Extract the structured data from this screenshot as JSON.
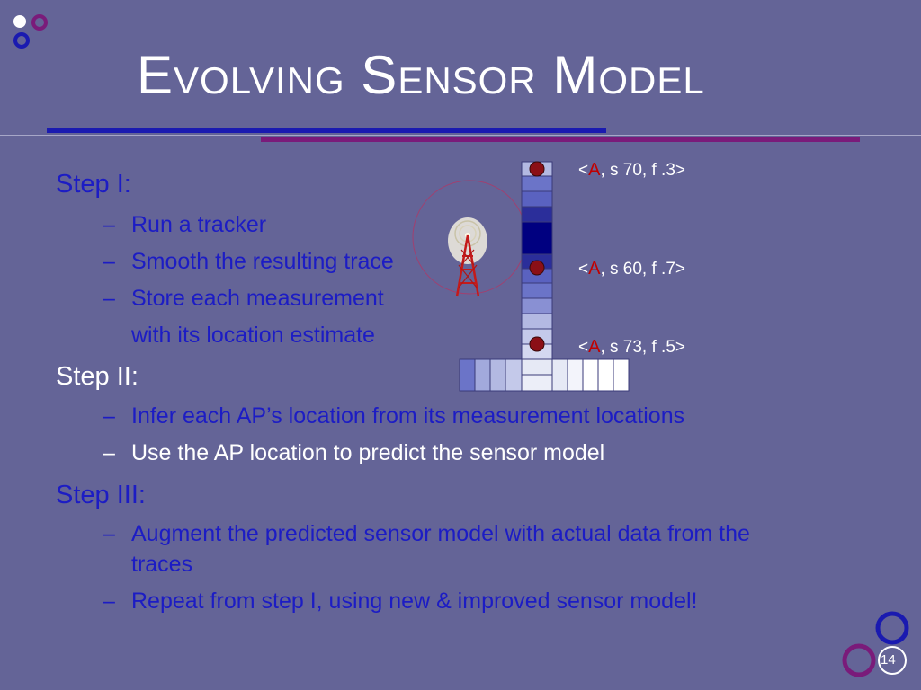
{
  "slide": {
    "title": "Evolving Sensor Model",
    "page_number": "14"
  },
  "steps": [
    {
      "heading": "Step I:",
      "items": [
        "Run a tracker",
        "Smooth the resulting trace",
        "Store each measurement",
        "with its location estimate"
      ]
    },
    {
      "heading": "Step II:",
      "items": [
        "Infer each AP’s location from its measurement locations",
        "Use the AP location to predict the sensor model"
      ]
    },
    {
      "heading": "Step III:",
      "items": [
        "Augment the predicted sensor model with actual data from the",
        "traces",
        "Repeat from step I, using new & improved sensor model!"
      ]
    }
  ],
  "dash": "–",
  "diagram": {
    "tuples": [
      {
        "open": "<",
        "ap": "A",
        "rest": ", s 70, f .3>"
      },
      {
        "open": "<",
        "ap": "A",
        "rest": ", s 60, f .7>"
      },
      {
        "open": "<",
        "ap": "A",
        "rest": ", s 73, f .5>"
      }
    ],
    "icons": [
      "radio-tower-icon"
    ],
    "colors": {
      "dot": "#8b0f16",
      "accent_text": "#c00000",
      "cell_dark": "#000080",
      "cell_light": "#e6e9f5"
    }
  }
}
